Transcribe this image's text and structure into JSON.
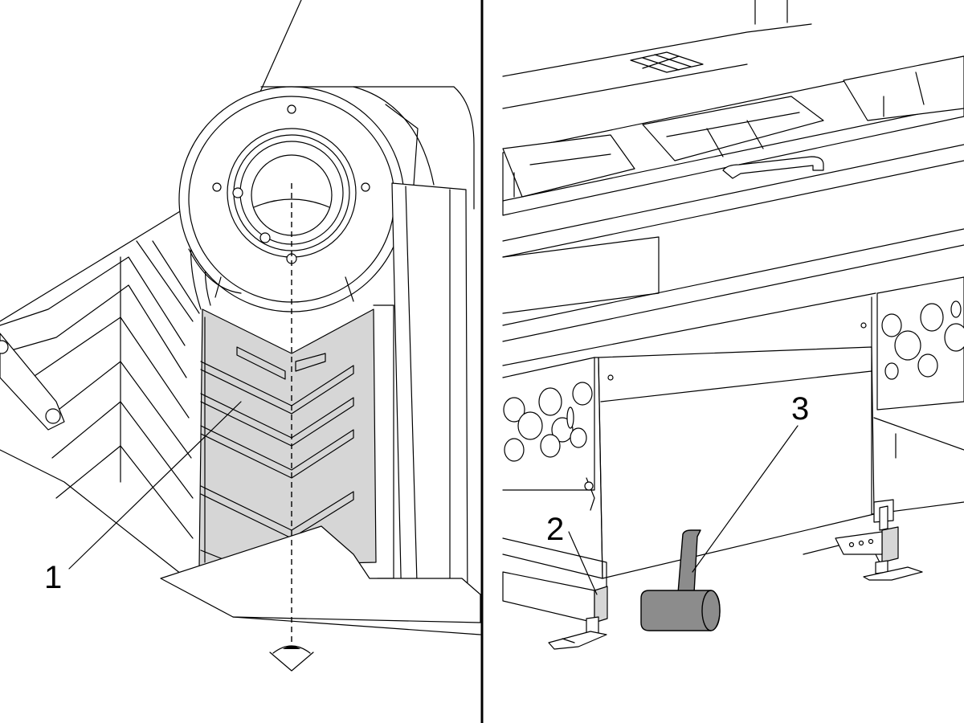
{
  "callouts": {
    "one": "1",
    "two": "2",
    "three": "3"
  },
  "colors": {
    "background": "#ffffff",
    "line": "#000000",
    "highlight_fill": "#d6d6d6",
    "hammer_fill": "#8c8c8c"
  },
  "icons": {
    "left_panel": "spindle-chip-guard-illustration",
    "right_panel": "bar-feeder-leveling-illustration",
    "hammer": "mallet-icon",
    "view_direction": "eye-view-icon"
  }
}
